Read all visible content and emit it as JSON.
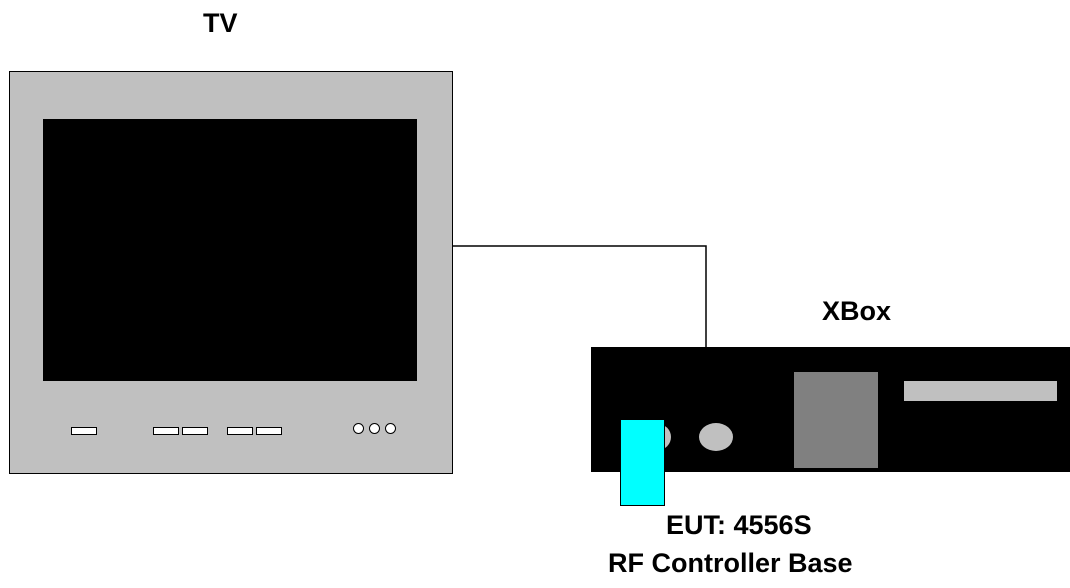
{
  "labels": {
    "tv": "TV",
    "xbox": "XBox",
    "eut_line1": "EUT: 4556S",
    "eut_line2": "RF Controller Base"
  },
  "colors": {
    "tv_body": "#c0c0c0",
    "tv_screen": "#000000",
    "xbox_body": "#000000",
    "xbox_slot": "#c0c0c0",
    "xbox_panel": "#808080",
    "rf_base": "#00ffff",
    "cable": "#000000"
  },
  "components": [
    {
      "id": "tv",
      "shape": "monitor"
    },
    {
      "id": "xbox",
      "shape": "console"
    },
    {
      "id": "rf-controller-base",
      "shape": "dongle"
    }
  ],
  "connections": [
    {
      "from": "tv",
      "to": "xbox",
      "type": "cable"
    }
  ]
}
